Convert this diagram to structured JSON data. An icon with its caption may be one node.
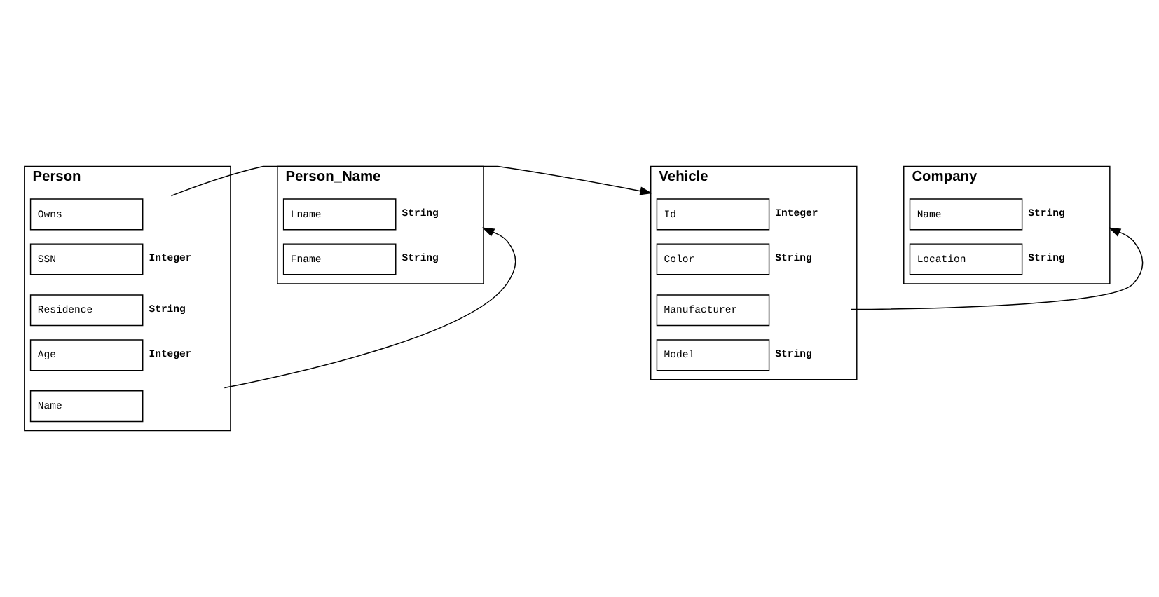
{
  "diagram": {
    "nodes": [
      {
        "text": [
          "Person"
        ]
      },
      {
        "text": [
          "Owns"
        ],
        "in": 0
      },
      {
        "text": [
          "SSN"
        ],
        "in": 0,
        "beside": [
          "Integer"
        ]
      },
      {
        "text": [
          "Residence"
        ],
        "in": 0,
        "beside": [
          "String"
        ]
      },
      {
        "text": [
          "Age"
        ],
        "in": 0,
        "beside": [
          "Integer"
        ]
      },
      {
        "text": [
          "Name"
        ],
        "in": 0
      },
      {
        "text": [
          "Vehicle"
        ]
      },
      {
        "text": [
          "Id"
        ],
        "in": 6,
        "beside": [
          "Integer"
        ]
      },
      {
        "text": [
          "Color"
        ],
        "in": 6,
        "beside": [
          "String"
        ]
      },
      {
        "text": [
          "Manufacturer"
        ],
        "in": 6
      },
      {
        "text": [
          "Model"
        ],
        "in": 6,
        "beside": [
          "String"
        ]
      },
      {
        "text": [
          "Company"
        ]
      },
      {
        "text": [
          "Name"
        ],
        "in": 11,
        "beside": [
          "String"
        ]
      },
      {
        "text": [
          "Location"
        ],
        "in": 11,
        "beside": [
          "String"
        ]
      },
      {
        "text": [
          "Person_Name"
        ]
      },
      {
        "text": [
          "Lname"
        ],
        "in": 14,
        "beside": [
          "String"
        ]
      },
      {
        "text": [
          "Fname"
        ],
        "in": 14,
        "beside": [
          "String"
        ]
      }
    ],
    "edges": [
      {
        "from": 1,
        "to": 6,
        "arrow": "to"
      },
      {
        "from": 9,
        "to": 11,
        "arrow": "to"
      },
      {
        "from": 5,
        "to": 14,
        "arrow": "to"
      }
    ]
  }
}
